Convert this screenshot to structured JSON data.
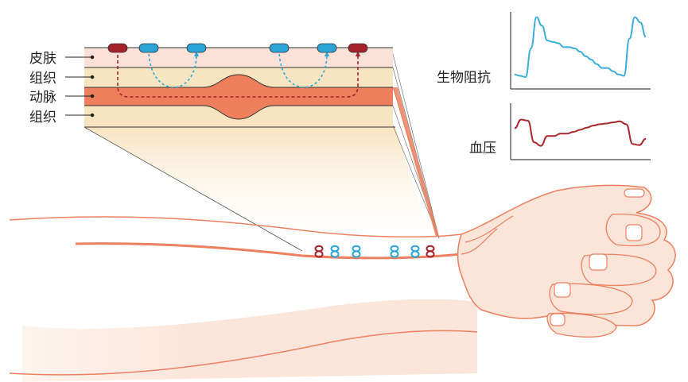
{
  "labels": {
    "layers": [
      {
        "text": "皮肤",
        "meaning": "skin"
      },
      {
        "text": "组织",
        "meaning": "tissue"
      },
      {
        "text": "动脉",
        "meaning": "artery"
      },
      {
        "text": "组织",
        "meaning": "tissue"
      }
    ],
    "bioimpedance": "生物阻抗",
    "blood_pressure": "血压"
  },
  "electrodes": {
    "order": [
      "current",
      "voltage",
      "voltage",
      "voltage",
      "voltage",
      "current"
    ]
  },
  "colors": {
    "current_electrode": "#a5222a",
    "voltage_electrode": "#2aa5d6",
    "skin_layer": "#fbe1d8",
    "tissue_layer": "#f7e4c0",
    "artery": "#ee7f5d",
    "arm_outline": "#ec8060",
    "bioimpedance_line": "#3aaed8",
    "blood_pressure_line": "#a8262c"
  },
  "signals": {
    "bioimpedance": [
      0.1,
      0.08,
      0.06,
      0.5,
      0.98,
      0.85,
      0.62,
      0.6,
      0.58,
      0.52,
      0.52,
      0.5,
      0.45,
      0.38,
      0.33,
      0.26,
      0.2,
      0.2,
      0.15,
      0.1,
      0.08,
      0.65,
      0.98,
      0.9,
      0.68
    ],
    "blood_pressure": [
      0.6,
      0.85,
      0.82,
      0.2,
      0.1,
      0.38,
      0.38,
      0.45,
      0.45,
      0.5,
      0.56,
      0.62,
      0.68,
      0.72,
      0.74,
      0.77,
      0.8,
      0.72,
      0.15,
      0.12,
      0.3
    ]
  }
}
